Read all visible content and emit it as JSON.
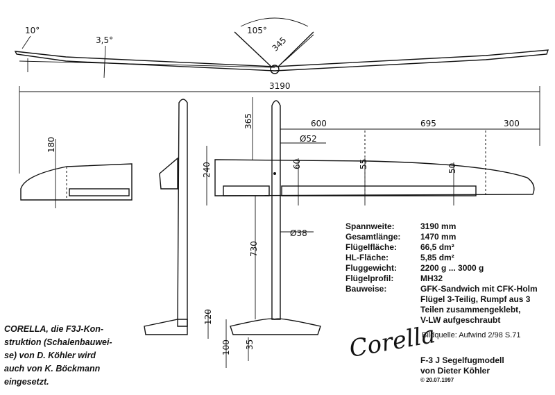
{
  "dimensions": {
    "dihedral_tip": "10°",
    "dihedral_mid": "3,5°",
    "vtail_angle": "105°",
    "vtail_span": "345",
    "span": "3190",
    "fuselage_nose": "365",
    "panel_inner": "600",
    "panel_outer": "695",
    "panel_tip": "300",
    "boom_dia": "Ø52",
    "tip_chord": "180",
    "root_chord": "240",
    "chord_60": "60",
    "chord_55": "55",
    "chord_50": "50",
    "tail_dia": "Ø38",
    "tail_length": "730",
    "tail_chord": "120",
    "tail_root": "100",
    "tail_35": "35"
  },
  "specs": [
    {
      "label": "Spannweite:",
      "value": "3190 mm"
    },
    {
      "label": "Gesamtlänge:",
      "value": "1470 mm"
    },
    {
      "label": "Flügelfläche:",
      "value": "66,5 dm²"
    },
    {
      "label": "HL-Fläche:",
      "value": "5,85 dm²"
    },
    {
      "label": "Fluggewicht:",
      "value": "2200 g ... 3000 g"
    },
    {
      "label": "Flügelprofil:",
      "value": "MH32"
    },
    {
      "label": "Bauweise:",
      "value": "GFK-Sandwich mit CFK-Holm"
    }
  ],
  "spec_extra": [
    "Flügel 3-Teilig, Rumpf aus 3",
    "Teilen zusammengeklebt,",
    "V-LW aufgeschraubt"
  ],
  "source": "Bildquelle: Aufwind 2/98 S.71",
  "logo": "Corella",
  "model_title": "F-3 J Segelfugmodell",
  "model_author": "von Dieter Köhler",
  "model_date": "© 20.07.1997",
  "caption": [
    "CORELLA, die F3J-Kon-",
    "struktion (Schalenbauwei-",
    "se) von D. Köhler wird",
    "auch von K. Böckmann",
    "eingesetzt."
  ]
}
